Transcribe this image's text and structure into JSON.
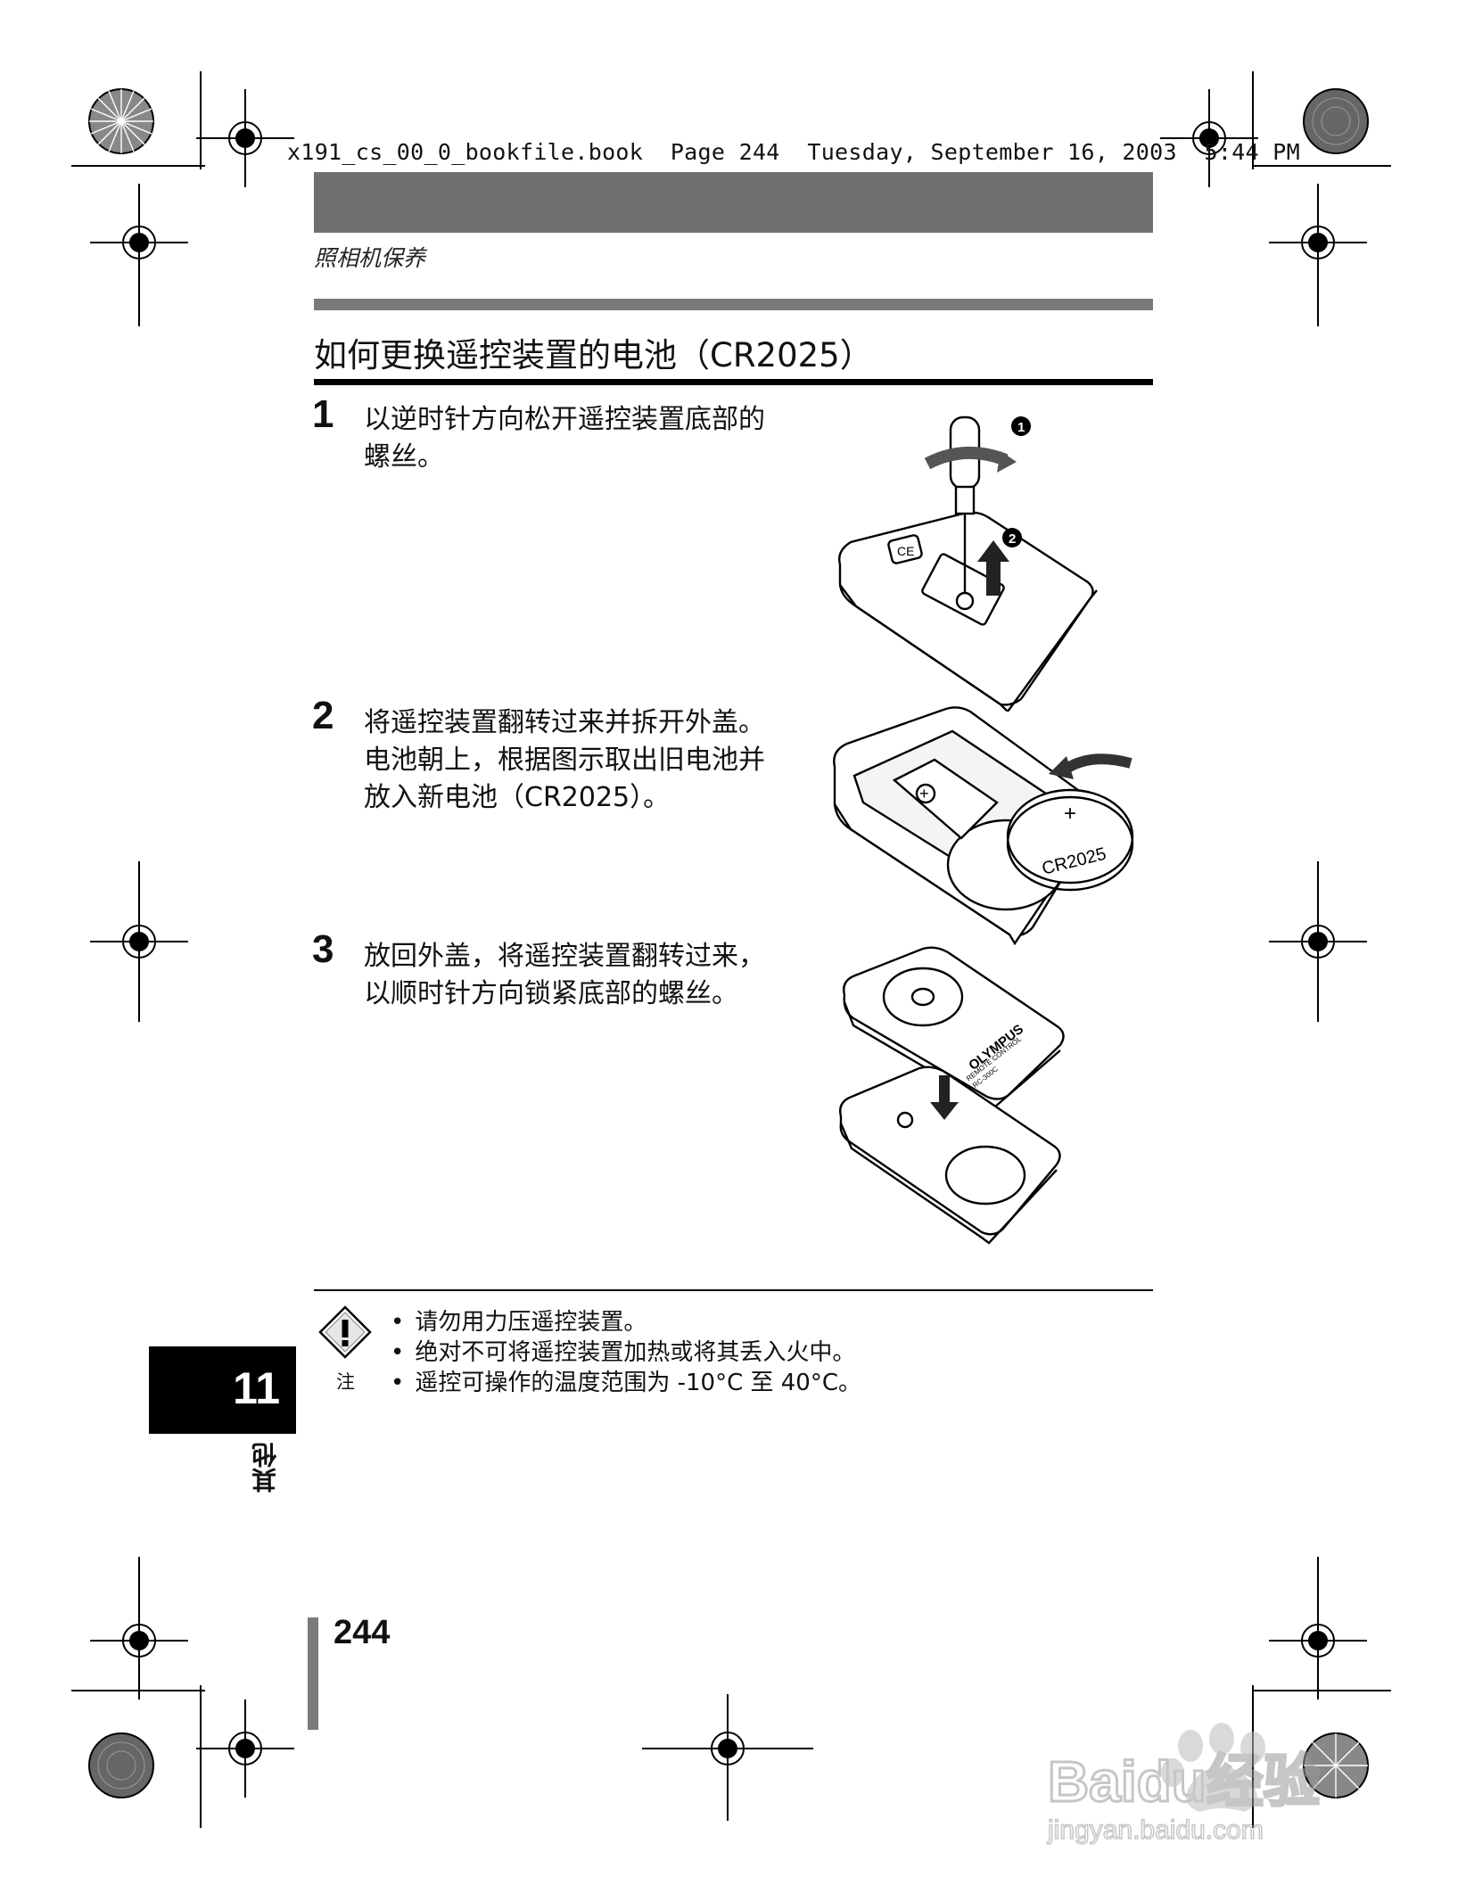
{
  "header": {
    "book_line": "x191_cs_00_0_bookfile.book  Page 244  Tuesday, September 16, 2003  5:44 PM",
    "section": "照相机保养"
  },
  "title": "如何更换遥控装置的电池（CR2025）",
  "steps": [
    {
      "number": "1",
      "text": "以逆时针方向松开遥控装置底部的\n螺丝。"
    },
    {
      "number": "2",
      "text": "将遥控装置翻转过来并拆开外盖。\n电池朝上，根据图示取出旧电池并\n放入新电池（CR2025）。"
    },
    {
      "number": "3",
      "text": "放回外盖，将遥控装置翻转过来，\n以顺时针方向锁紧底部的螺丝。"
    }
  ],
  "figures": {
    "step1_callouts": [
      "1",
      "2"
    ],
    "battery_label": "CR2025",
    "battery_plus": "+",
    "remote_brand": "OLYMPUS",
    "remote_model_line1": "REMOTE CONTROL",
    "remote_model_line2": "RC-300C"
  },
  "notes": {
    "label": "注",
    "icon": "warning-diamond-icon",
    "items": [
      "请勿用力压遥控装置。",
      "绝对不可将遥控装置加热或将其丢入火中。",
      "遥控可操作的温度范围为 -10°C 至 40°C。"
    ]
  },
  "chapter": {
    "number": "11",
    "label": "其他"
  },
  "page_number": "244",
  "watermark": {
    "line1": "Baidu经验",
    "line2": "jingyan.baidu.com"
  }
}
